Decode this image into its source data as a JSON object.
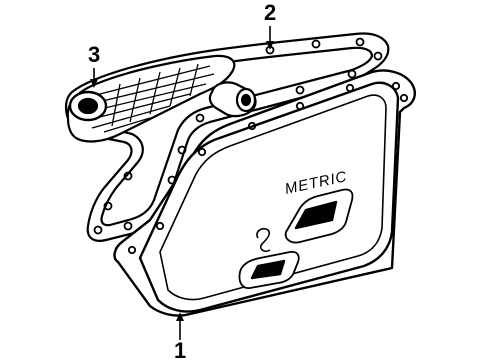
{
  "diagram": {
    "callouts": [
      {
        "id": "1",
        "label": "1"
      },
      {
        "id": "2",
        "label": "2"
      },
      {
        "id": "3",
        "label": "3"
      }
    ],
    "pan_marking": "METRIC",
    "colors": {
      "line": "#000000",
      "background": "#ffffff"
    }
  }
}
